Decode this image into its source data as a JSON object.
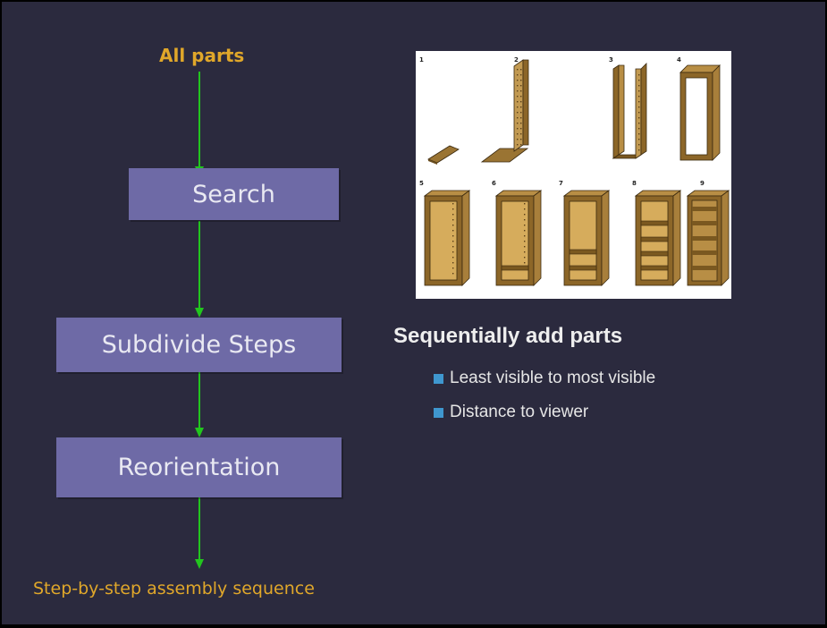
{
  "diagram": {
    "input_label": "All parts",
    "steps": [
      "Search",
      "Subdivide Steps",
      "Reorientation"
    ],
    "output_label": "Step-by-step assembly sequence",
    "arrow_color": "#22c51e",
    "box_color": "#6e6aa6",
    "label_color": "#e0a72a"
  },
  "figure": {
    "panel_numbers": [
      "1",
      "2",
      "3",
      "4",
      "5",
      "6",
      "7",
      "8",
      "9"
    ],
    "wood_color": "#9a7433"
  },
  "text": {
    "heading": "Sequentially add parts",
    "bullets": [
      "Least visible to most visible",
      "Distance to viewer"
    ]
  }
}
